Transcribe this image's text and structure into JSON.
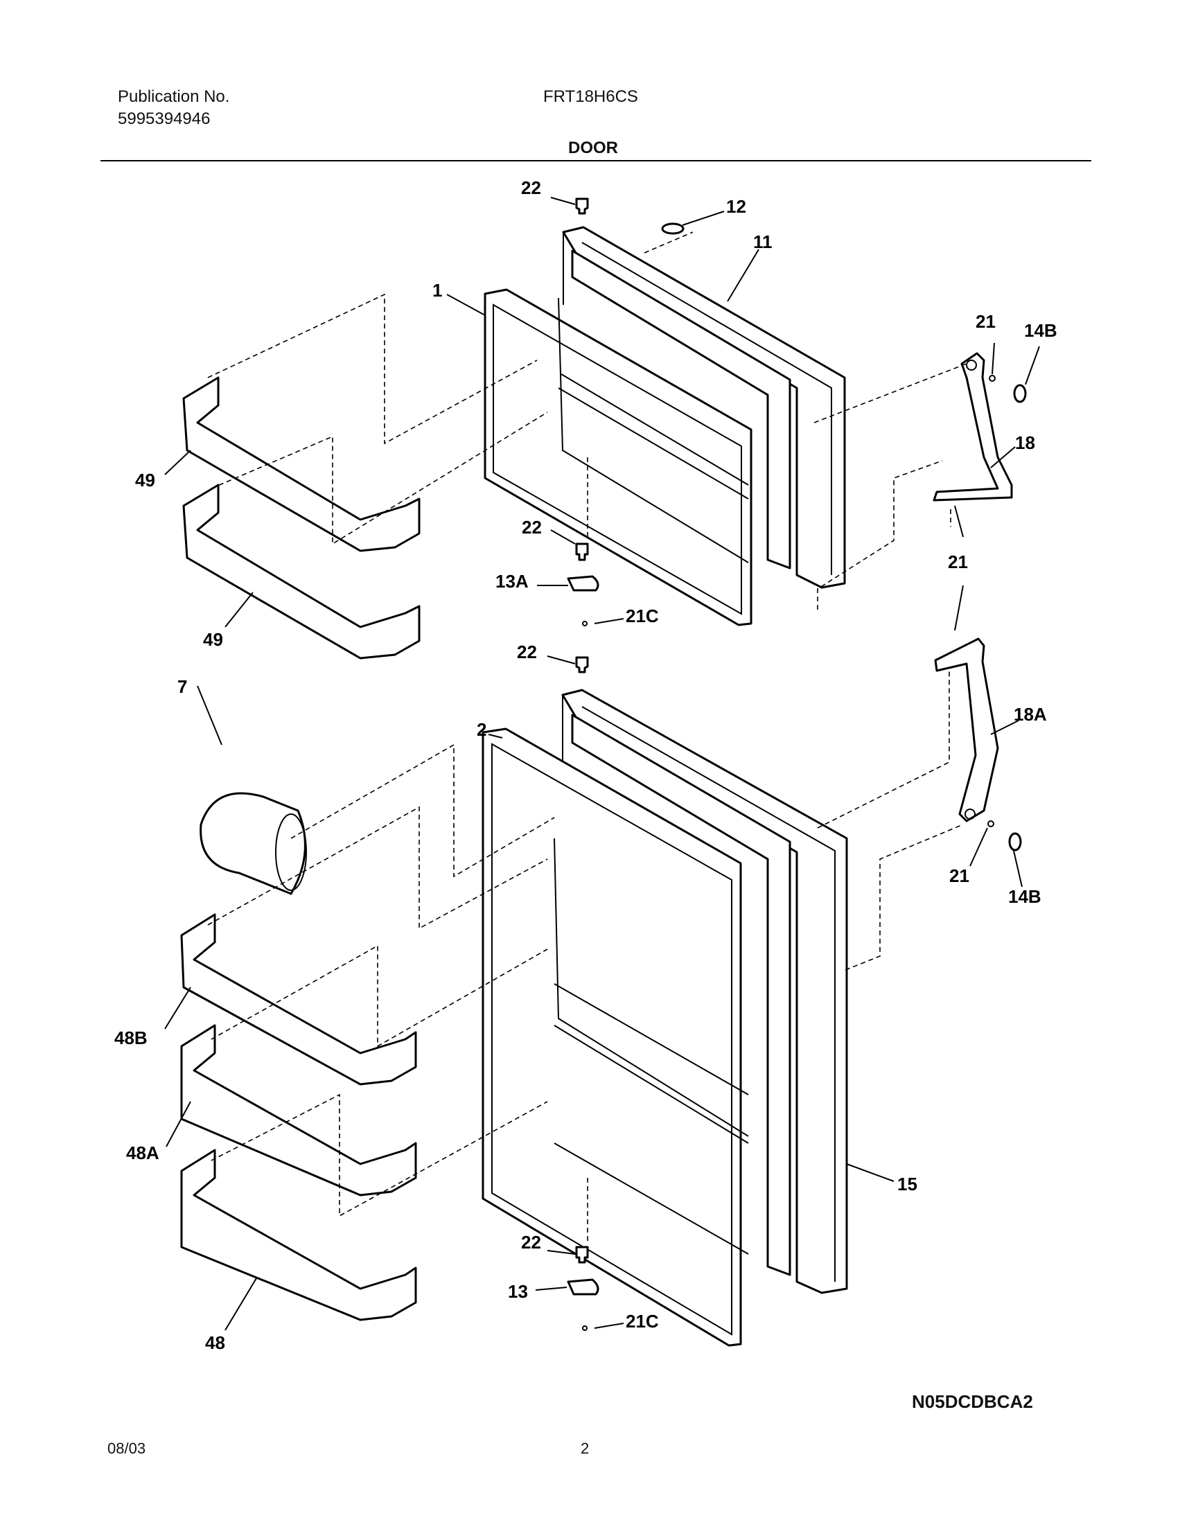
{
  "header": {
    "publication_label": "Publication No.",
    "publication_number": "5995394946",
    "model": "FRT18H6CS",
    "section_title": "DOOR"
  },
  "footer": {
    "date": "08/03",
    "page_number": "2",
    "diagram_code": "N05DCDBCA2"
  },
  "callouts": {
    "c22_a": "22",
    "c12": "12",
    "c11": "11",
    "c1": "1",
    "c21_a": "21",
    "c14b_a": "14B",
    "c18": "18",
    "c49_a": "49",
    "c49_b": "49",
    "c22_b": "22",
    "c13a": "13A",
    "c21c_a": "21C",
    "c21_b": "21",
    "c22_c": "22",
    "c7": "7",
    "c2": "2",
    "c18a": "18A",
    "c21_c": "21",
    "c14b_b": "14B",
    "c48b": "48B",
    "c48a": "48A",
    "c15": "15",
    "c22_d": "22",
    "c13": "13",
    "c21c_b": "21C",
    "c48": "48"
  }
}
